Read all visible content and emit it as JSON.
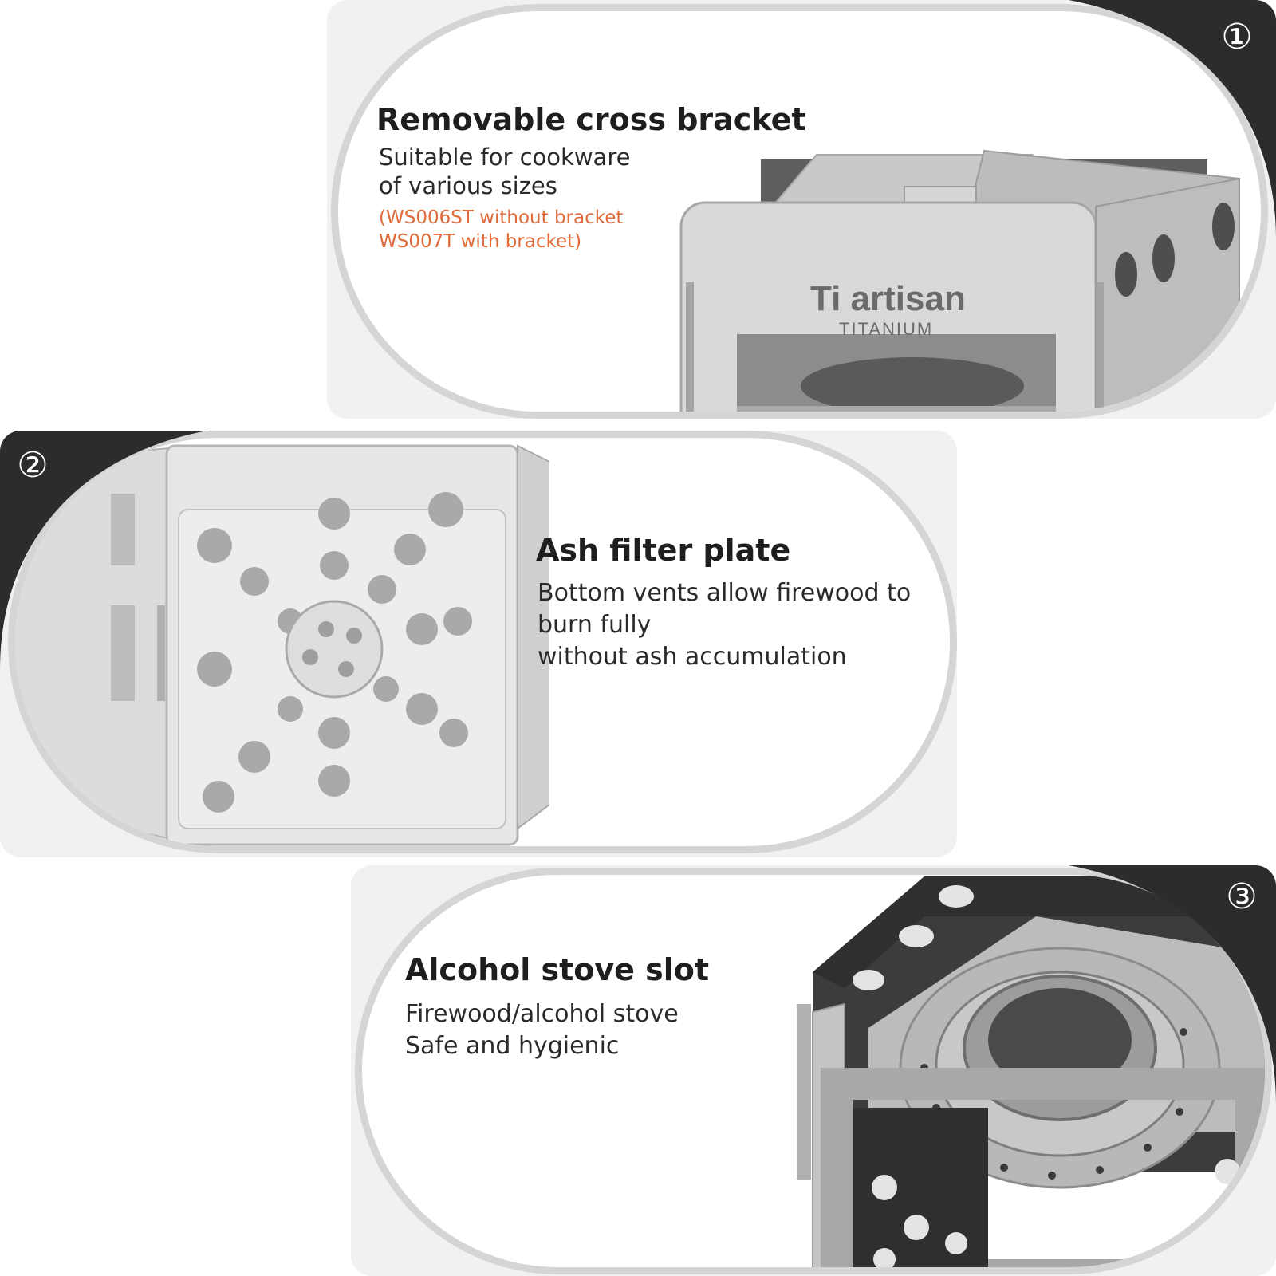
{
  "colors": {
    "accent_orange": "#e06a38",
    "dark_corner": "#2c2c2c",
    "capsule_border": "#d5d5d5",
    "title_text": "#1e1e1e"
  },
  "features": [
    {
      "badge": "①",
      "title": "Removable cross bracket",
      "lines": [
        "Suitable for cookware",
        "of various sizes"
      ],
      "notes": [
        "(WS006ST without bracket",
        "WS007T with bracket)"
      ],
      "image_icon": "stove-cross-bracket-image"
    },
    {
      "badge": "②",
      "title": "Ash filter plate",
      "lines": [
        "Bottom vents allow firewood to",
        "burn fully",
        "without ash accumulation"
      ],
      "image_icon": "ash-filter-plate-image"
    },
    {
      "badge": "③",
      "title": "Alcohol stove slot",
      "lines": [
        "Firewood/alcohol stove",
        "Safe and hygienic"
      ],
      "image_icon": "alcohol-stove-slot-image"
    }
  ],
  "logo": {
    "brand": "Ti artisan",
    "material": "TITANIUM"
  }
}
